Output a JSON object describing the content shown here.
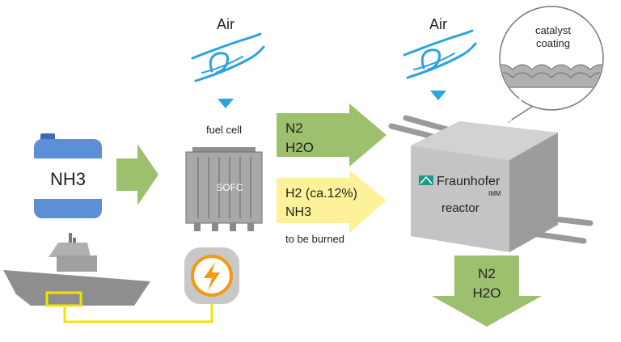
{
  "labels": {
    "air_left": "Air",
    "air_right": "Air",
    "fuel_cell": "fuel cell",
    "sofc": "SOFC",
    "nh3_tank": "NH3",
    "green_arrow_line1": "N2",
    "green_arrow_line2": "H2O",
    "yellow_arrow_line1": "H2 (ca.12%)",
    "yellow_arrow_line2": "NH3",
    "to_be_burned": "to be burned",
    "fraunhofer": "Fraunhofer",
    "imm": "IMM",
    "reactor": "reactor",
    "catalyst_line1": "catalyst",
    "catalyst_line2": "coating",
    "out_line1": "N2",
    "out_line2": "H2O"
  },
  "colors": {
    "green_arrow": "#9dc06f",
    "yellow_arrow": "#fdf29a",
    "blue_tank": "#5b8fd6",
    "air_blue": "#2aa3de",
    "gray_box": "#b3b3b3",
    "yellow_line": "#f0e400",
    "power_orange": "#f39a11"
  },
  "icons": [
    "air-swirl-icon",
    "nh3-tank-icon",
    "ship-icon",
    "lightning-power-icon",
    "fraunhofer-logo-icon"
  ]
}
